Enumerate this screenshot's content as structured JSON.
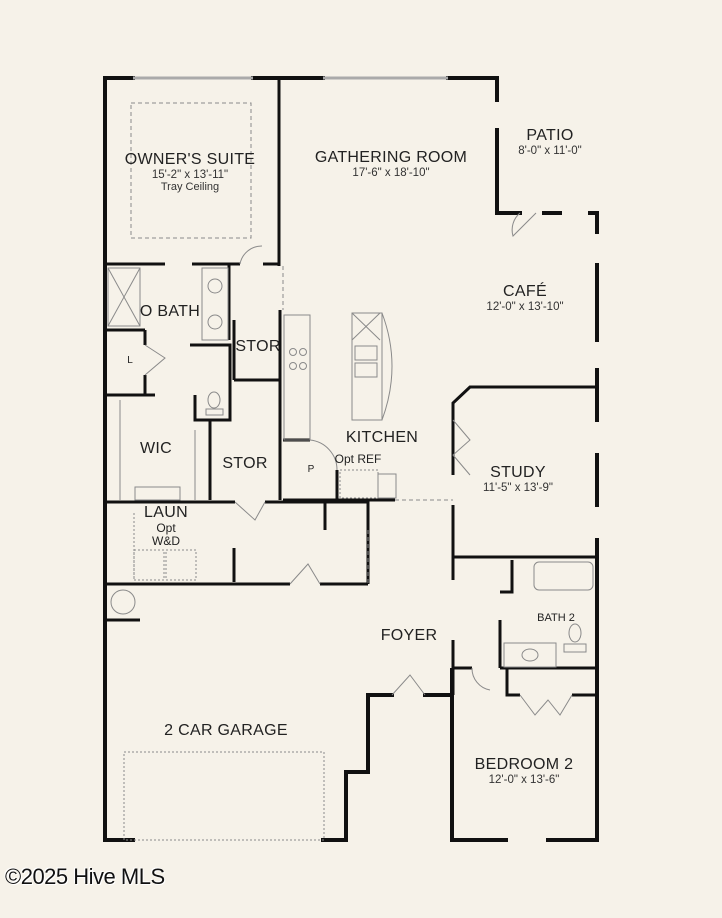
{
  "plan": {
    "rooms": {
      "owners_suite": {
        "name": "OWNER'S SUITE",
        "dims": "15'-2\" x 13'-11\"",
        "note": "Tray Ceiling"
      },
      "gathering_room": {
        "name": "GATHERING ROOM",
        "dims": "17'-6\" x 18'-10\""
      },
      "patio": {
        "name": "PATIO",
        "dims": "8'-0\" x 11'-0\""
      },
      "cafe": {
        "name": "CAFÉ",
        "dims": "12'-0\" x 13'-10\""
      },
      "o_bath": {
        "name": "O BATH"
      },
      "linen": {
        "name": "L"
      },
      "stor_upper": {
        "name": "STOR"
      },
      "stor_lower": {
        "name": "STOR"
      },
      "wic": {
        "name": "WIC"
      },
      "kitchen": {
        "name": "KITCHEN",
        "note": "Opt REF"
      },
      "pantry": {
        "name": "P"
      },
      "study": {
        "name": "STUDY",
        "dims": "11'-5\" x 13'-9\""
      },
      "laundry": {
        "name": "LAUN",
        "note1": "Opt",
        "note2": "W&D"
      },
      "bath2": {
        "name": "BATH 2"
      },
      "foyer": {
        "name": "FOYER"
      },
      "garage": {
        "name": "2 CAR GARAGE"
      },
      "bedroom2": {
        "name": "BEDROOM 2",
        "dims": "12'-0\" x 13'-6\""
      }
    }
  },
  "watermark": "©2025 Hive MLS",
  "colors": {
    "background": "#f6f2e9",
    "wall": "#111111",
    "fixture": "#8a8a8a"
  }
}
